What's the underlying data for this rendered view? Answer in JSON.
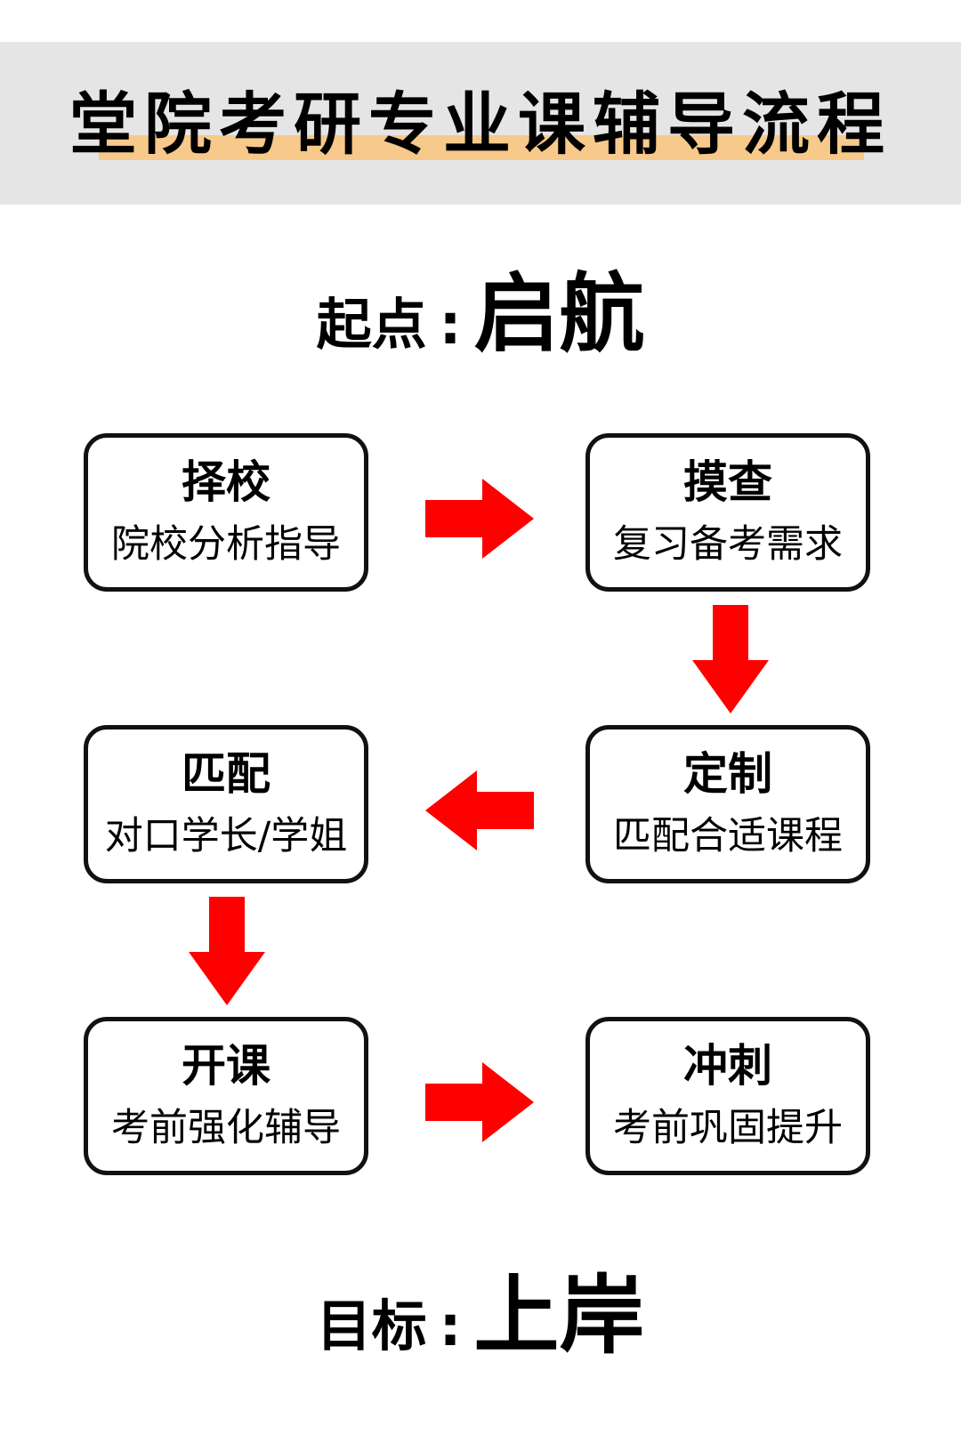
{
  "title": "堂院考研专业课辅导流程",
  "start": {
    "label": "起点",
    "colon": ":",
    "value": "启航"
  },
  "goal": {
    "label": "目标",
    "colon": ":",
    "value": "上岸"
  },
  "steps": [
    {
      "title": "择校",
      "subtitle": "院校分析指导"
    },
    {
      "title": "摸查",
      "subtitle": "复习备考需求"
    },
    {
      "title": "定制",
      "subtitle": "匹配合适课程"
    },
    {
      "title": "匹配",
      "subtitle": "对口学长/学姐"
    },
    {
      "title": "开课",
      "subtitle": "考前强化辅导"
    },
    {
      "title": "冲刺",
      "subtitle": "考前巩固提升"
    }
  ],
  "colors": {
    "arrow": "#ff0000",
    "highlight": "#f7c98a",
    "header_band": "#e5e5e5",
    "box_border": "#111111"
  }
}
